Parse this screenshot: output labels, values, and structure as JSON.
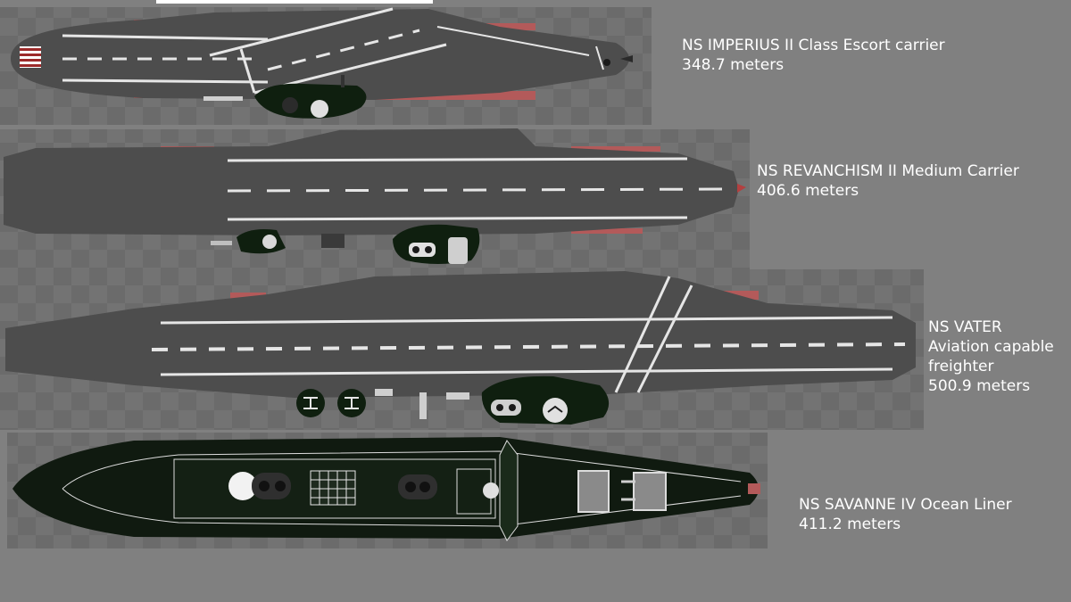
{
  "ships": [
    {
      "id": "imperius",
      "lines": [
        "NS IMPERIUS II Class Escort carrier",
        "348.7 meters"
      ]
    },
    {
      "id": "revanchism",
      "lines": [
        "NS REVANCHISM II Medium Carrier",
        "406.6 meters"
      ]
    },
    {
      "id": "vater",
      "lines": [
        "NS VATER",
        "Aviation capable",
        "freighter",
        "500.9 meters"
      ]
    },
    {
      "id": "savanne",
      "lines": [
        "NS SAVANNE IV Ocean Liner",
        "411.2 meters"
      ]
    }
  ],
  "colors": {
    "background": "#808080",
    "deck": "#4d4d4d",
    "hull_accent": "#b35a5a",
    "liner_hull": "#101a10",
    "markings": "#e6e6e6"
  }
}
